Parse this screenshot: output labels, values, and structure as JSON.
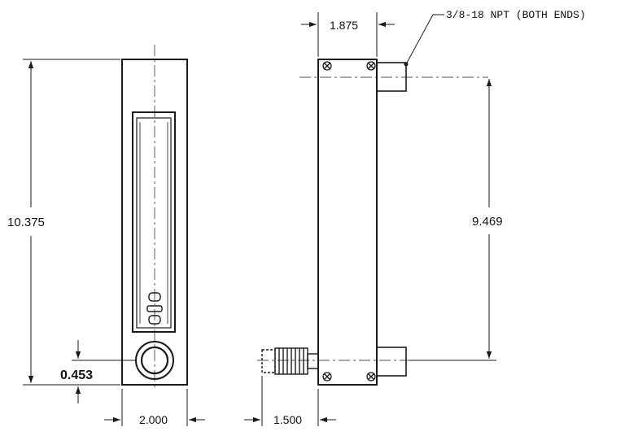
{
  "front_view": {
    "height_dim": "10.375",
    "width_dim": "2.000",
    "port_offset_dim": "0.453"
  },
  "side_view": {
    "thickness_dim": "1.875",
    "port_spacing_dim": "9.469",
    "valve_extension_dim": "1.500",
    "thread_callout": "3/8-18 NPT (BOTH ENDS)"
  },
  "colors": {
    "line": "#1a1a1a",
    "paper": "#ffffff"
  }
}
